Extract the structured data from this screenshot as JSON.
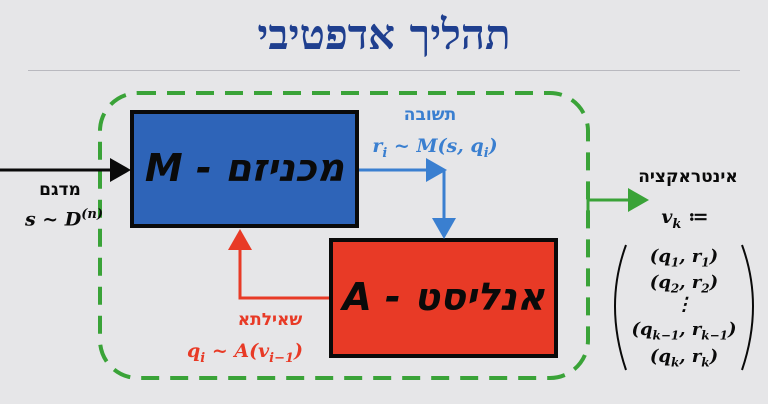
{
  "title": "תהליך אדפטיבי",
  "mechanism_box": {
    "label": "מכניזם - M",
    "color": "#2e64b8"
  },
  "analyst_box": {
    "label": "אנליסט - A",
    "color": "#e83a26"
  },
  "input": {
    "label": "מדגם",
    "formula": "s ~ D(n)"
  },
  "response": {
    "label": "תשובה",
    "formula": "r_i ~ M(s, q_i)"
  },
  "query": {
    "label": "שאילתא",
    "formula": "q_i ~ A(v_{i-1})"
  },
  "interaction": {
    "label": "אינטראקציה",
    "definition": "v_k :=",
    "sequence": [
      "(q_1, r_1)",
      "(q_2, r_2)",
      "⋮",
      "(q_{k-1}, r_{k-1})",
      "(q_k, r_k)"
    ]
  },
  "colors": {
    "blue": "#3a7fd0",
    "red": "#e83a26",
    "green": "#3aa338",
    "title": "#1f3f8f"
  }
}
